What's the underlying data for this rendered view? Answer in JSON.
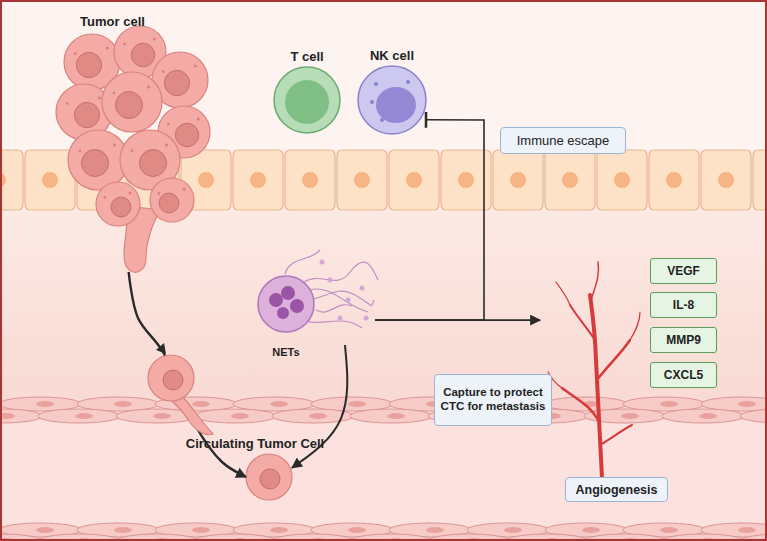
{
  "diagram": {
    "nodes": [
      {
        "text": [
          "Tumor cell"
        ]
      },
      {
        "text": [
          "T cell"
        ]
      },
      {
        "text": [
          "NK cell"
        ]
      },
      {
        "text": [
          "Immune escape"
        ]
      },
      {
        "text": [
          "NETs"
        ]
      },
      {
        "text": [
          "VEGF"
        ]
      },
      {
        "text": [
          "IL-8"
        ]
      },
      {
        "text": [
          "MMP9"
        ]
      },
      {
        "text": [
          "CXCL5"
        ]
      },
      {
        "text": [
          "Capture to protect CTC for metastasis"
        ]
      },
      {
        "text": [
          "Circulating Tumor Cell"
        ]
      },
      {
        "text": [
          "Angiogenesis"
        ]
      }
    ],
    "edges": [
      {
        "from": 0,
        "to": 10,
        "arrow": "to"
      },
      {
        "from": 4,
        "to": 2,
        "arrow": "to"
      },
      {
        "from": 4,
        "to": 11,
        "arrow": "to"
      },
      {
        "from": 4,
        "to": 10,
        "arrow": "to"
      }
    ]
  }
}
